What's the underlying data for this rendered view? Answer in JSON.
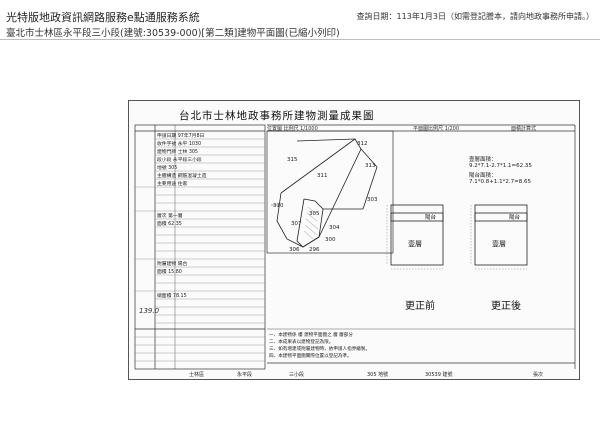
{
  "header": {
    "system_title": "光特版地政資訊網路服務e點通服務系統",
    "query_date": "查詢日期：113年1月3日（如需登記謄本，請向地政事務所申請。）",
    "subtitle": "臺北市士林區永平段三小段(建號:30539-000)[第二類]建物平面圖(已縮小列印)"
  },
  "document": {
    "title": "台北市士林地政事務所建物測量成果圖",
    "meta_scale": "位置圖 比例尺 1/1000",
    "meta_plan_scale": "平面圖比例尺 1/200",
    "meta_survey": "面積計算式",
    "left_table": {
      "rows": [
        "申請日期 97年7月8日",
        "收件字號 永平 1030",
        "建物門牌 士林 305",
        "段小段 永平段三小段",
        "地號 305",
        "主體構造 鋼筋混凝土造",
        "主要用途 住家",
        "層次 第一層",
        "面積 62.35",
        "附屬建物 陽台",
        "面積 15.80",
        "總面積 78.15"
      ],
      "handwritten_note": "139.0"
    },
    "site_plan_labels": [
      "315",
      "311",
      "312",
      "313",
      "303",
      "310",
      "305",
      "307",
      "306",
      "304",
      "296",
      "300"
    ],
    "area_calc": {
      "heading": "壹層面積：",
      "line1": "9.2*7.1-2.7*1.1=62.35",
      "balcony_heading": "陽台面積：",
      "line2": "7.1*0.8+1.1*2.7=8.65"
    },
    "floor_plans": {
      "before_caption": "更正前",
      "after_caption": "更正後",
      "floor_label": "壹層",
      "balcony_label": "陽台"
    },
    "notes": [
      "一、本建物係 樓 建物平面圖之 層 層部分",
      "二、本成果表以建物登記為限。",
      "三、如有增建或附屬建物時，依申請人指界繪製。",
      "四、本建物平面圖實際位置以登記為準。"
    ],
    "footer": {
      "district": "士林區",
      "section": "永平段",
      "subsection": "三小段",
      "lot": "305 地號",
      "build_no": "30539 建號",
      "label_sheet": "張次"
    }
  }
}
